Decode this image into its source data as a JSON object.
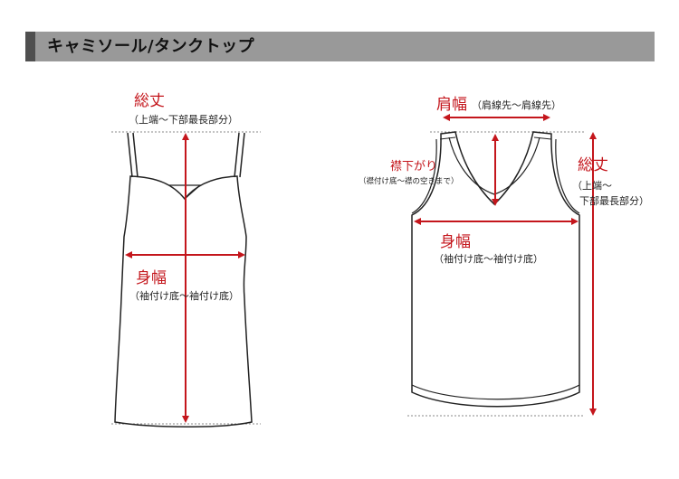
{
  "header": {
    "title": "キャミソール/タンクトップ"
  },
  "colors": {
    "header_bg": "#999999",
    "header_accent": "#4f4f4f",
    "measure_red": "#c4161c",
    "outline": "#222222"
  },
  "camisole": {
    "length_label": "総丈",
    "length_note": "（上端〜下部最長部分）",
    "width_label": "身幅",
    "width_note": "（袖付け底〜袖付け底）"
  },
  "tank": {
    "shoulder_label": "肩幅",
    "shoulder_note": "（肩線先〜肩線先）",
    "neck_label": "襟下がり",
    "neck_note": "（襟付け底〜襟の空きまで）",
    "length_label": "総丈",
    "length_note_1": "（上端〜",
    "length_note_2": "下部最長部分）",
    "width_label": "身幅",
    "width_note": "（袖付け底〜袖付け底）"
  }
}
